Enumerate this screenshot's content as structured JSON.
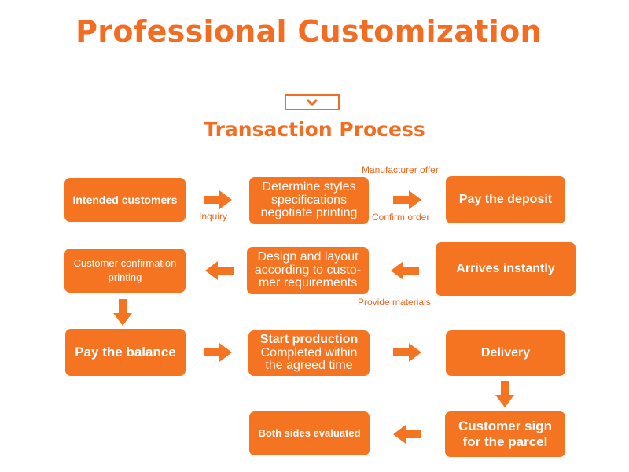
{
  "header": {
    "title": "Professional Customization",
    "subtitle": "Transaction Process"
  },
  "colors": {
    "accent": "#f47421",
    "text_on_accent": "#ffffff"
  },
  "icons": {
    "chevron": "chevron-down-icon",
    "arrows": [
      "arrow-right-icon",
      "arrow-left-icon",
      "arrow-down-icon"
    ]
  },
  "steps": {
    "intended_customers": "Intended customers",
    "determine_styles": "Determine styles specifications negotiate printing",
    "pay_deposit": "Pay the deposit",
    "arrives_instantly": "Arrives instantly",
    "design_layout": "Design and layout according to customer requirements",
    "customer_confirmation": "Customer confirmation printing",
    "pay_balance": "Pay the balance",
    "start_production": "Start production Completed within the agreed time",
    "delivery": "Delivery",
    "customer_sign": "Customer sign for the parcel",
    "both_sides": "Both sides evaluated"
  },
  "step_lines": {
    "determine_styles": [
      "Determine styles",
      "specifications",
      "negotiate printing"
    ],
    "design_layout": [
      "Design and layout",
      "according to custo-",
      "mer requirements"
    ],
    "customer_confirmation": [
      "Customer confirmation",
      "printing"
    ],
    "start_production": [
      "Start production",
      "Completed within",
      "the agreed time"
    ],
    "customer_sign": [
      "Customer sign",
      "for the parcel"
    ]
  },
  "connector_labels": {
    "inquiry": "Inquiry",
    "manufacturer_offer": "Manufacturer offer",
    "confirm_order": "Confirm order",
    "provide_materials": "Provide materials"
  }
}
